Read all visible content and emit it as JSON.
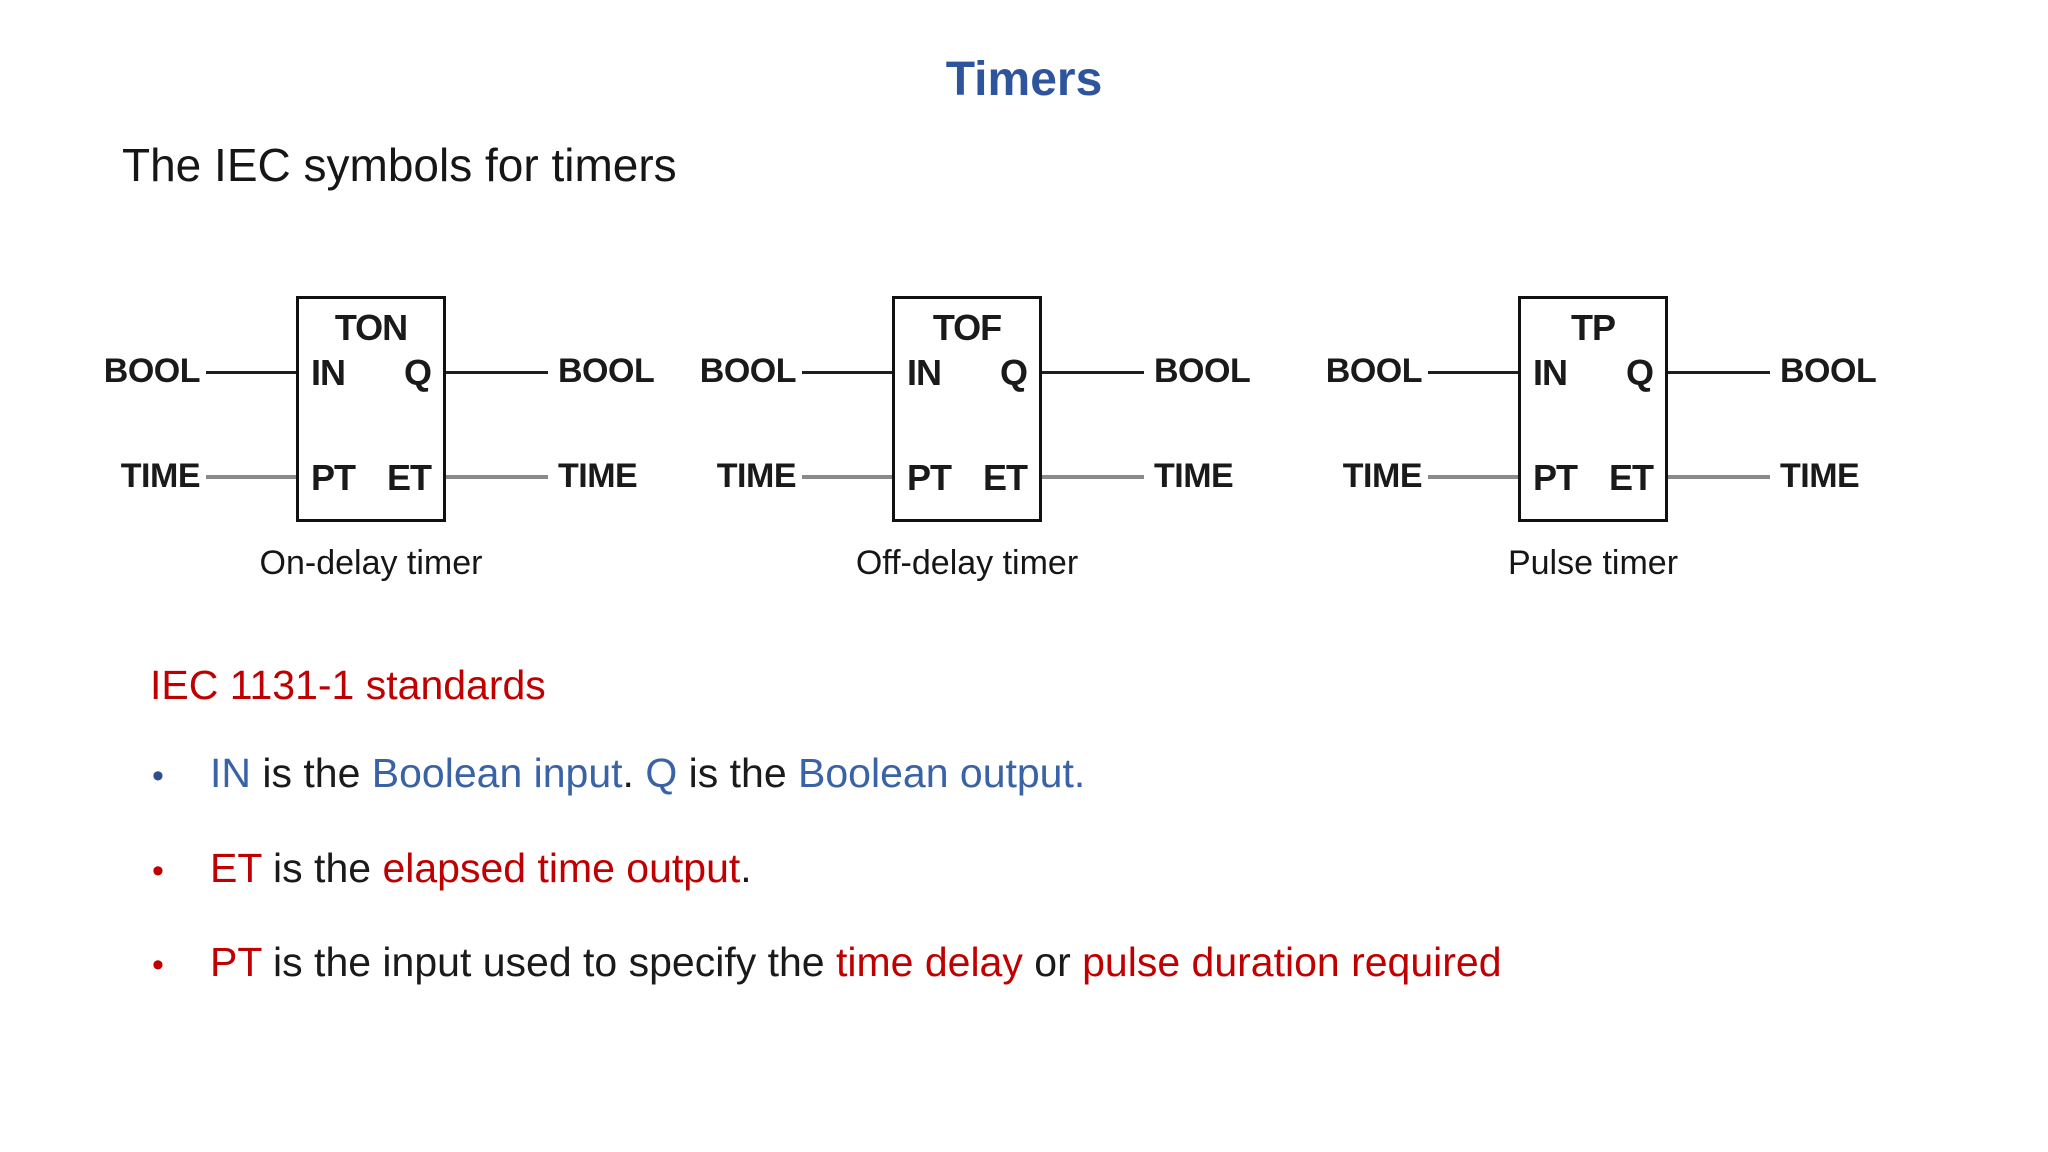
{
  "title": "Timers",
  "subtitle": "The IEC symbols for timers",
  "colors": {
    "title_blue": "#2F549E",
    "bullet_blue": "#3A62A6",
    "red": "#C00000",
    "text_black": "#1a1a1a",
    "time_wire_gray": "#8a8a8a",
    "bool_wire_black": "#1f1f1f"
  },
  "timers": [
    {
      "name": "TON",
      "caption": "On-delay timer",
      "ports": {
        "in": "IN",
        "q": "Q",
        "pt": "PT",
        "et": "ET"
      },
      "left_types": [
        "BOOL",
        "TIME"
      ],
      "right_types": [
        "BOOL",
        "TIME"
      ]
    },
    {
      "name": "TOF",
      "caption": "Off-delay timer",
      "ports": {
        "in": "IN",
        "q": "Q",
        "pt": "PT",
        "et": "ET"
      },
      "left_types": [
        "BOOL",
        "TIME"
      ],
      "right_types": [
        "BOOL",
        "TIME"
      ]
    },
    {
      "name": "TP",
      "caption": "Pulse timer",
      "ports": {
        "in": "IN",
        "q": "Q",
        "pt": "PT",
        "et": "ET"
      },
      "left_types": [
        "BOOL",
        "TIME"
      ],
      "right_types": [
        "BOOL",
        "TIME"
      ]
    }
  ],
  "standards": {
    "heading": "IEC 1131-1 standards",
    "bullets": [
      {
        "marker_color": "blue",
        "segments": [
          {
            "text": "IN",
            "color": "blue"
          },
          {
            "text": " is the ",
            "color": "black"
          },
          {
            "text": "Boolean input",
            "color": "blue"
          },
          {
            "text": ". ",
            "color": "black"
          },
          {
            "text": "Q",
            "color": "blue"
          },
          {
            "text": " is the ",
            "color": "black"
          },
          {
            "text": "Boolean output.",
            "color": "blue"
          }
        ]
      },
      {
        "marker_color": "red",
        "segments": [
          {
            "text": "ET",
            "color": "red"
          },
          {
            "text": " is the ",
            "color": "black"
          },
          {
            "text": "elapsed time output",
            "color": "red"
          },
          {
            "text": ".",
            "color": "black"
          }
        ]
      },
      {
        "marker_color": "red",
        "segments": [
          {
            "text": "PT",
            "color": "red"
          },
          {
            "text": " is the input used to specify the ",
            "color": "black"
          },
          {
            "text": "time delay",
            "color": "red"
          },
          {
            "text": " or ",
            "color": "black"
          },
          {
            "text": "pulse duration required",
            "color": "red"
          }
        ]
      }
    ]
  },
  "bullet_marker_glyph": "•"
}
